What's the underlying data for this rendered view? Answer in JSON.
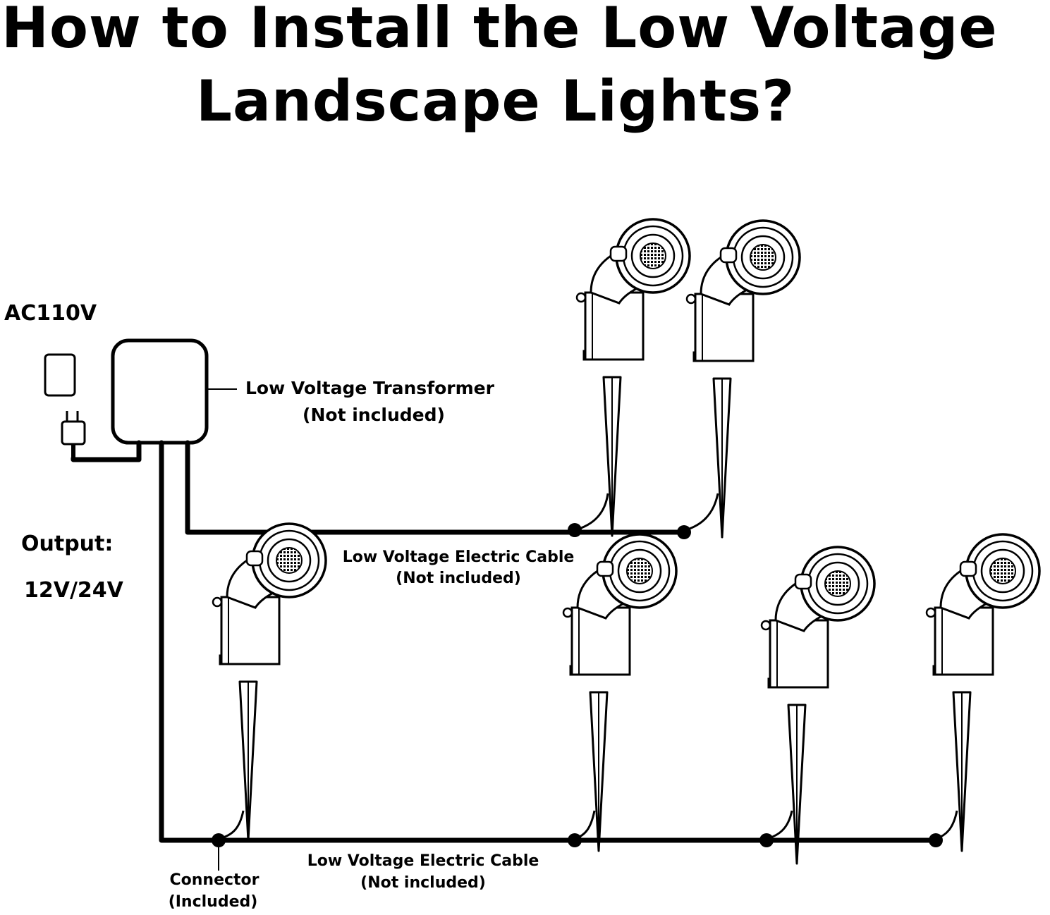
{
  "title": {
    "line1": "How to Install the Low Voltage",
    "line2": "Landscape Lights?"
  },
  "input_voltage": "AC110V",
  "output": {
    "label": "Output:",
    "value": "12V/24V"
  },
  "transformer": {
    "name": "Low Voltage Transformer",
    "note": "(Not included)"
  },
  "cable_upper": {
    "name": "Low Voltage Electric Cable",
    "note": "(Not included)"
  },
  "cable_lower": {
    "name": "Low Voltage Electric Cable",
    "note": "(Not included)"
  },
  "connector": {
    "name": "Connector",
    "note": "(Included)"
  },
  "colors": {
    "line": "#000000",
    "background": "#ffffff"
  }
}
